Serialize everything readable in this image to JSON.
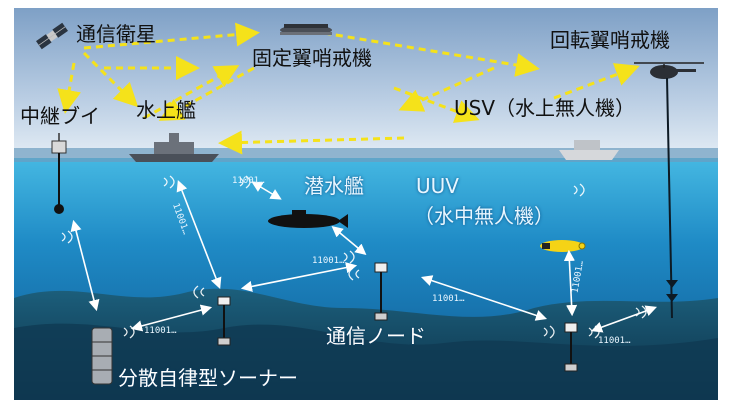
{
  "labels": {
    "satellite": "通信衛星",
    "fixed_wing": "固定翼哨戒機",
    "rotary_wing": "回転翼哨戒機",
    "relay_buoy": "中継ブイ",
    "surface_ship": "水上艦",
    "usv": "USV（水上無人機）",
    "submarine": "潜水艦",
    "uuv": "UUV",
    "uuv_sub": "（水中無人機）",
    "comm_node": "通信ノード",
    "sonar": "分散自律型ソーナー"
  },
  "codes": [
    "11001…",
    "11001…",
    "11001…",
    "11001…",
    "11001…",
    "11001…",
    "11001…"
  ],
  "colors": {
    "sky_top": "#7fa2c8",
    "sky_bottom": "#dce8f2",
    "sea_surface": "#3aa9d8",
    "sea_deep": "#0b4a7c",
    "radio_link": "#f5e21a",
    "acoustic_link": "#ffffff",
    "uuv": "#f5d316"
  }
}
